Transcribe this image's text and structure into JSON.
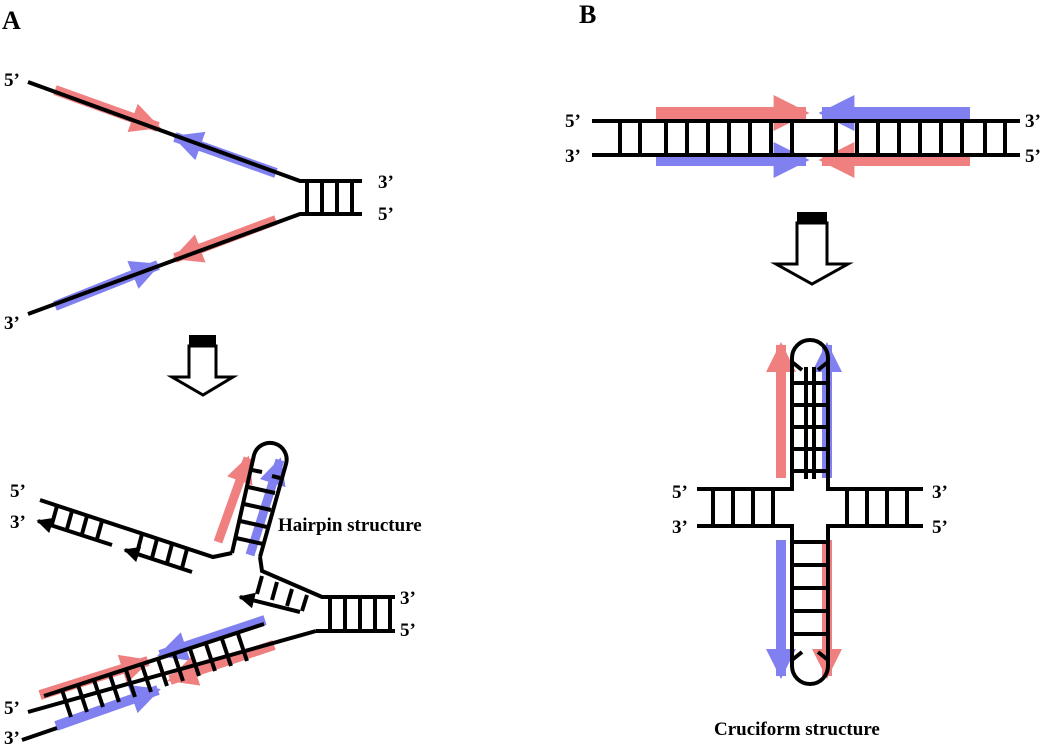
{
  "panels": {
    "a": {
      "label": "A",
      "fork": {
        "top_left": "5’",
        "bottom_left": "3’",
        "right_top": "3’",
        "right_bottom": "5’"
      },
      "result": {
        "top_left_1": "5’",
        "top_left_2": "3’",
        "right_top": "3’",
        "right_bottom": "5’",
        "bottom_left_1": "5’",
        "bottom_left_2": "3’"
      },
      "caption": "Hairpin structure"
    },
    "b": {
      "label": "B",
      "duplex": {
        "left_top": "5’",
        "left_bottom": "3’",
        "right_top": "3’",
        "right_bottom": "5’"
      },
      "result": {
        "left_top": "5’",
        "left_bottom": "3’",
        "right_top": "3’",
        "right_bottom": "5’"
      },
      "caption": "Cruciform structure"
    }
  },
  "colors": {
    "strand": "#000000",
    "repeat_red": "#f08080",
    "repeat_blue": "#8080f0"
  }
}
